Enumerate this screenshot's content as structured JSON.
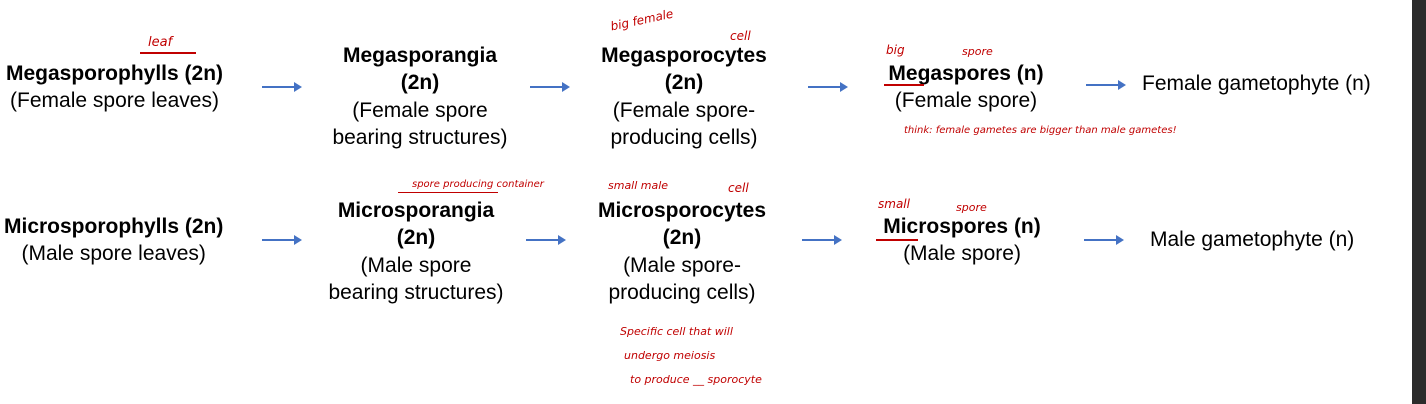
{
  "row1": {
    "n1": {
      "title": "Megasporophylls (2n)",
      "sub": "(Female spore leaves)"
    },
    "n2": {
      "title1": "Megasporangia",
      "title2": "(2n)",
      "sub1": "(Female spore",
      "sub2": "bearing structures)"
    },
    "n3": {
      "title1": "Megasporocytes",
      "title2": "(2n)",
      "sub1": "(Female spore-",
      "sub2": "producing cells)"
    },
    "n4": {
      "title": "Megaspores (n)",
      "sub": "(Female spore)"
    },
    "final": "Female gametophyte (n)"
  },
  "row2": {
    "n1": {
      "title": "Microsporophylls (2n)",
      "sub": "(Male spore leaves)"
    },
    "n2": {
      "title1": "Microsporangia",
      "title2": "(2n)",
      "sub1": "(Male spore",
      "sub2": "bearing structures)"
    },
    "n3": {
      "title1": "Microsporocytes",
      "title2": "(2n)",
      "sub1": "(Male spore-",
      "sub2": "producing cells)"
    },
    "n4": {
      "title": "Microspores (n)",
      "sub": "(Male spore)"
    },
    "final": "Male gametophyte (n)"
  },
  "annotations": {
    "leaf": "leaf",
    "big_female": "big female",
    "cell1": "cell",
    "big": "big",
    "spore1": "spore",
    "think": "think: female gametes are bigger than male gametes!",
    "spore_container": "spore producing container",
    "small_male": "small male",
    "cell2": "cell",
    "small": "small",
    "spore2": "spore",
    "specific1": "Specific cell that will",
    "specific2": "undergo meiosis",
    "specific3": "to produce __ sporocyte"
  },
  "colors": {
    "arrow": "#4472C4",
    "annotation": "#c00000"
  }
}
